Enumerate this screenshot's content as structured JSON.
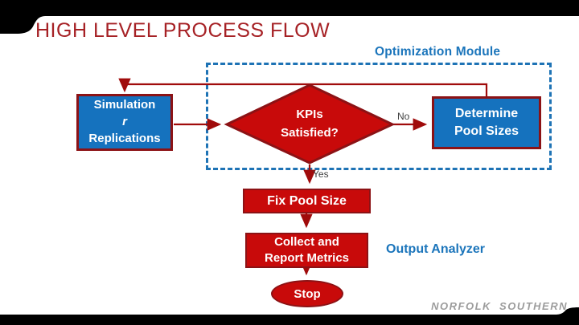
{
  "slide": {
    "title": "HIGH LEVEL PROCESS FLOW",
    "footer_logo": "NORFOLK SOUTHERN"
  },
  "regions": {
    "optimization_module_label": "Optimization Module",
    "output_analyzer_label": "Output Analyzer"
  },
  "flowchart": {
    "simulation_box": {
      "line1": "Simulation",
      "line2": "r",
      "line3": "Replications"
    },
    "kpi_decision": {
      "line1": "KPIs",
      "line2": "Satisfied?"
    },
    "determine_box": {
      "line1": "Determine",
      "line2": "Pool Sizes"
    },
    "fix_box": {
      "label": "Fix Pool Size"
    },
    "collect_box": {
      "line1": "Collect and",
      "line2": "Report Metrics"
    },
    "stop_node": {
      "label": "Stop"
    },
    "edge_labels": {
      "no": "No",
      "yes": "Yes"
    }
  },
  "colors": {
    "title_red": "#A62125",
    "accent_blue": "#1B75BB",
    "box_blue": "#1572BE",
    "shape_red": "#C80A0A",
    "border_dark_red": "#8C1215",
    "connector_red": "#A00B0B",
    "dashed_border_blue": "#1E73B5",
    "edge_label_gray": "#3F3F3F",
    "logo_gray": "#9C9C9C",
    "bar_black": "#000000"
  }
}
